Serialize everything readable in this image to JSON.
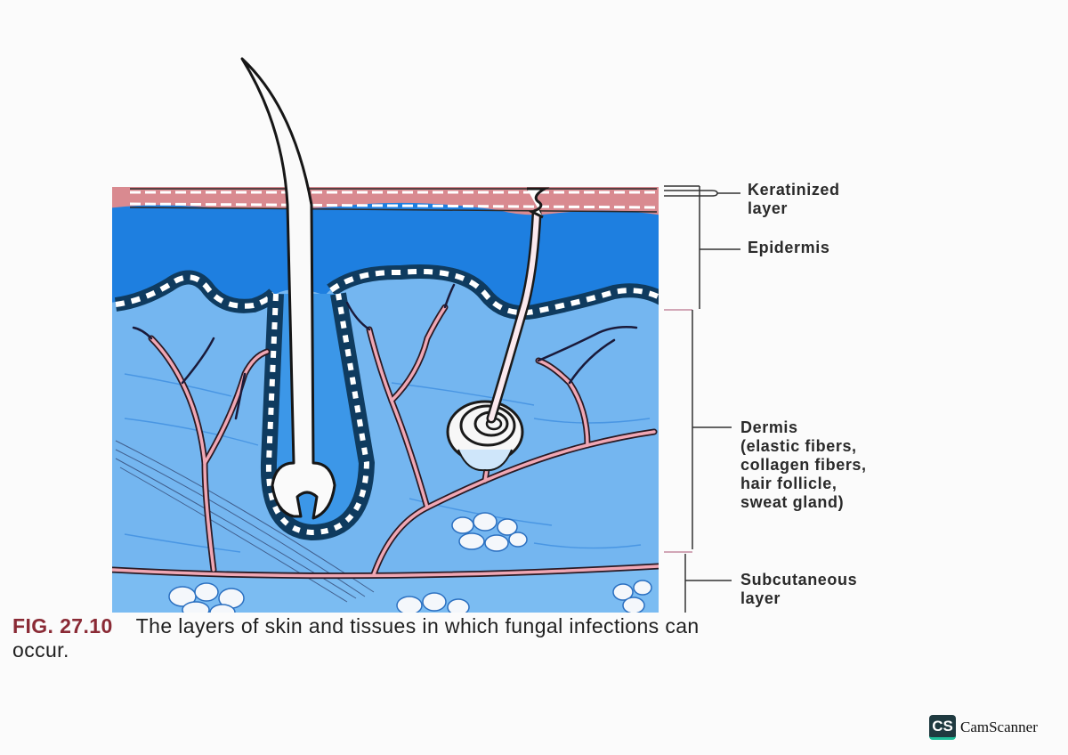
{
  "figure": {
    "number": "FIG. 27.10",
    "caption_line1": "The layers of skin and tissues in which fungal infections can",
    "caption_line2": "occur."
  },
  "labels": {
    "keratinized": "Keratinized\nlayer",
    "epidermis": "Epidermis",
    "dermis": "Dermis\n(elastic fibers,\ncollagen fibers,\nhair follicle,\nsweat gland)",
    "subcutaneous": "Subcutaneous\nlayer"
  },
  "watermark": {
    "logo_text": "CS",
    "brand": "CamScanner"
  },
  "colors": {
    "epidermis_blue": "#1e7fe0",
    "dermis_blue": "#74b6f0",
    "keratin_pink": "#d98a90",
    "vessel_pink": "#f0a7b4",
    "caption_fig_red": "#8a2a35",
    "watermark_dark": "#1f3a40",
    "watermark_green": "#1fbf9a"
  }
}
